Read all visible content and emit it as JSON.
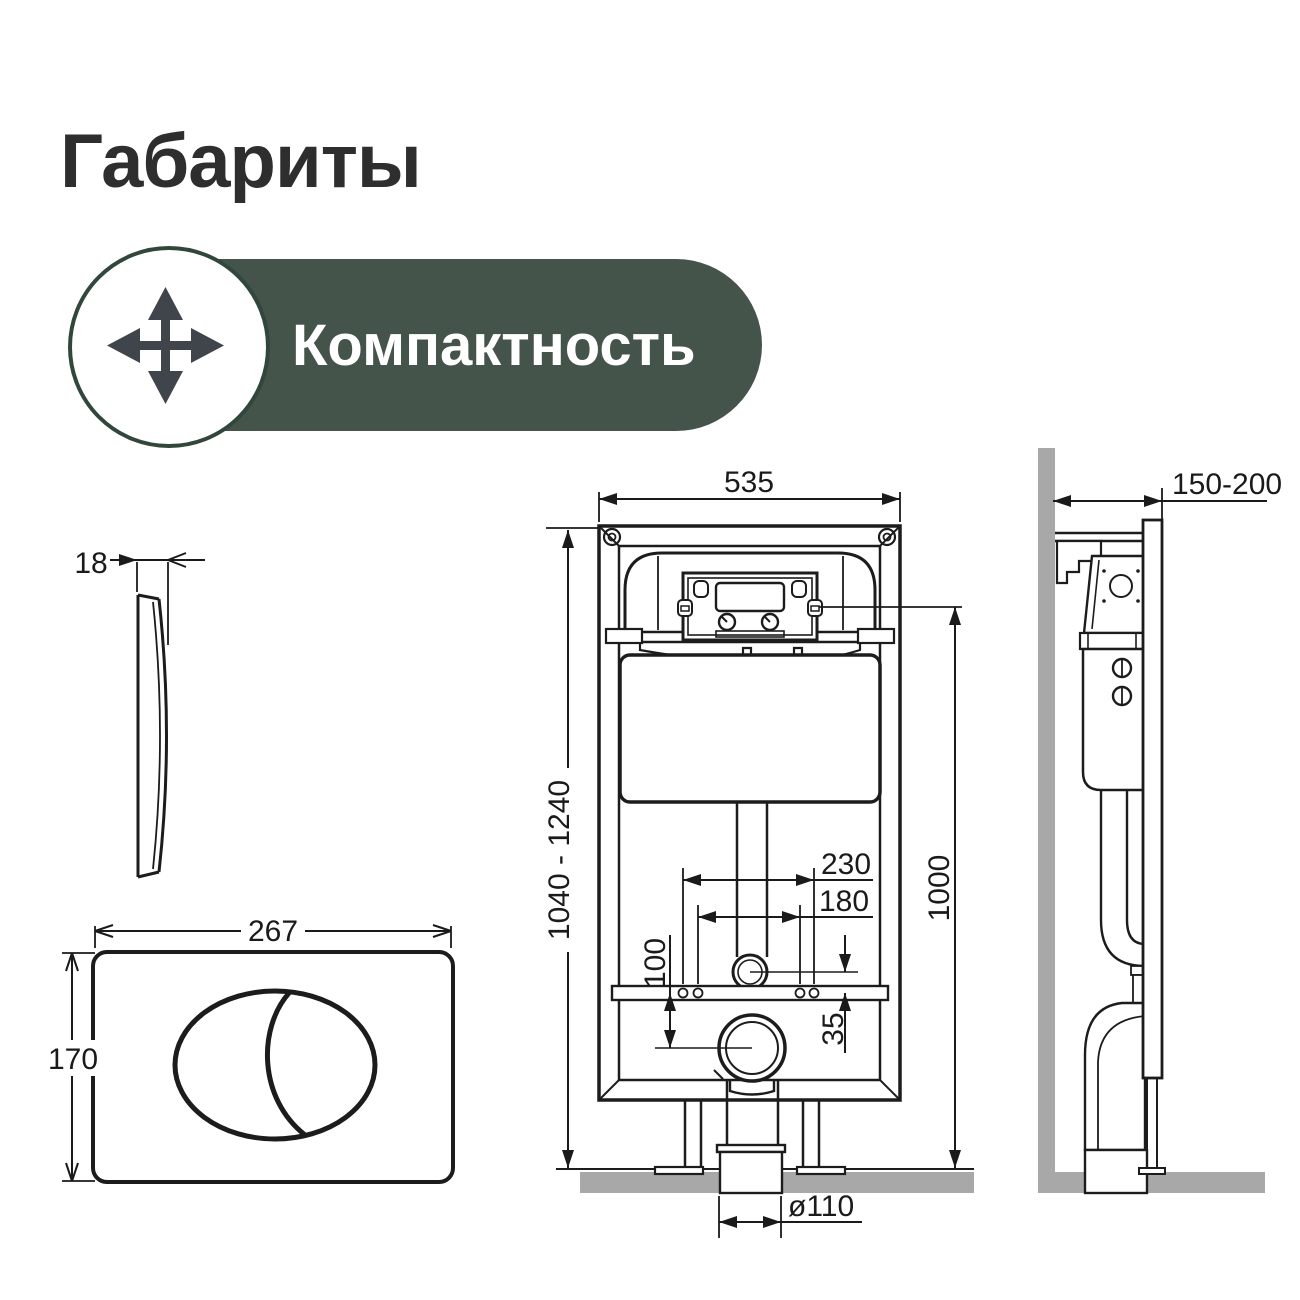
{
  "header": {
    "title": "Габариты"
  },
  "badge": {
    "label": "Компактность",
    "pill_color": "#44544a",
    "circle_border_color": "#31473c",
    "icon": "move-icon",
    "icon_color": "#3f454b"
  },
  "drawing": {
    "line_color": "#1c1c1c",
    "surface_color": "#a8a8a8",
    "labels": {
      "plate_thickness": "18",
      "plate_width": "267",
      "plate_height": "170",
      "frame_width": "535",
      "frame_height_range": "1040 - 1240",
      "panel_height": "1000",
      "fixing_spacing_outer": "230",
      "fixing_spacing_inner": "180",
      "outlet_offset": "100",
      "inlet_offset": "35",
      "drain_diameter": "ø110",
      "wall_depth_range": "150-200"
    }
  }
}
